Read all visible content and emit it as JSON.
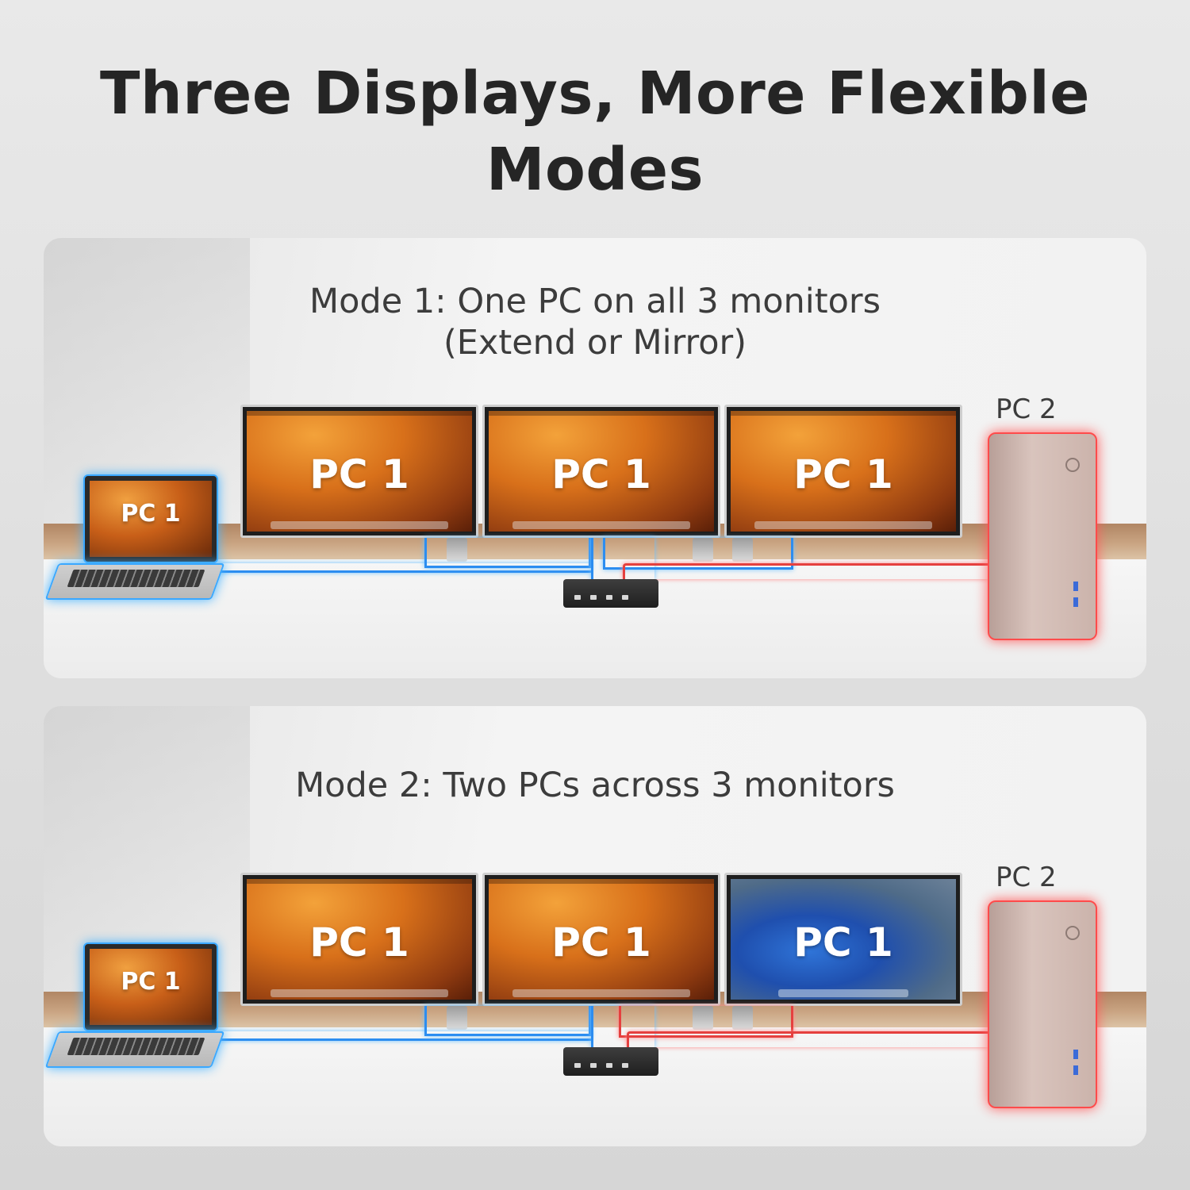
{
  "headline": {
    "line1": "Three Displays, More Flexible",
    "line2": "Modes"
  },
  "panels": [
    {
      "title_line1": "Mode 1: One PC on all 3 monitors",
      "title_line2": "(Extend or Mirror)",
      "laptop_label": "PC 1",
      "monitors": [
        "PC 1",
        "PC 1",
        "PC 1"
      ],
      "monitor_screens": [
        "macos",
        "macos",
        "macos"
      ],
      "tower_label": "PC 2"
    },
    {
      "title_line1": "Mode 2: Two PCs across 3 monitors",
      "title_line2": "",
      "laptop_label": "PC 1",
      "monitors": [
        "PC 1",
        "PC 1",
        "PC 1"
      ],
      "monitor_screens": [
        "macos",
        "macos",
        "windows"
      ],
      "tower_label": "PC 2"
    }
  ],
  "colors": {
    "pc1_cable": "#2c8df0",
    "pc2_cable": "#e5403f"
  }
}
